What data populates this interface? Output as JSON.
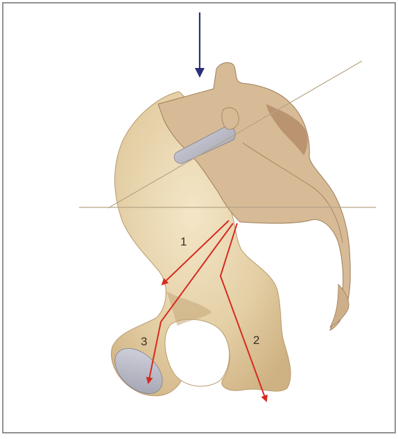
{
  "labels": {
    "arrow1": "1",
    "arrow2": "2",
    "arrow3": "3"
  },
  "colors": {
    "frame": "#6d6d6d",
    "bone": "#e6d3ac",
    "bone_shadow": "#c9ad7e",
    "sacrum": "#d6bb96",
    "sacrum_dark": "#b38b66",
    "cartilage": "#b7b8c4",
    "force_arrow": "#2b2f7a",
    "reference_line": "#b7a386",
    "vector_arrow": "#d62a1f"
  },
  "icons": {
    "top_arrow": "down-arrow-icon"
  }
}
